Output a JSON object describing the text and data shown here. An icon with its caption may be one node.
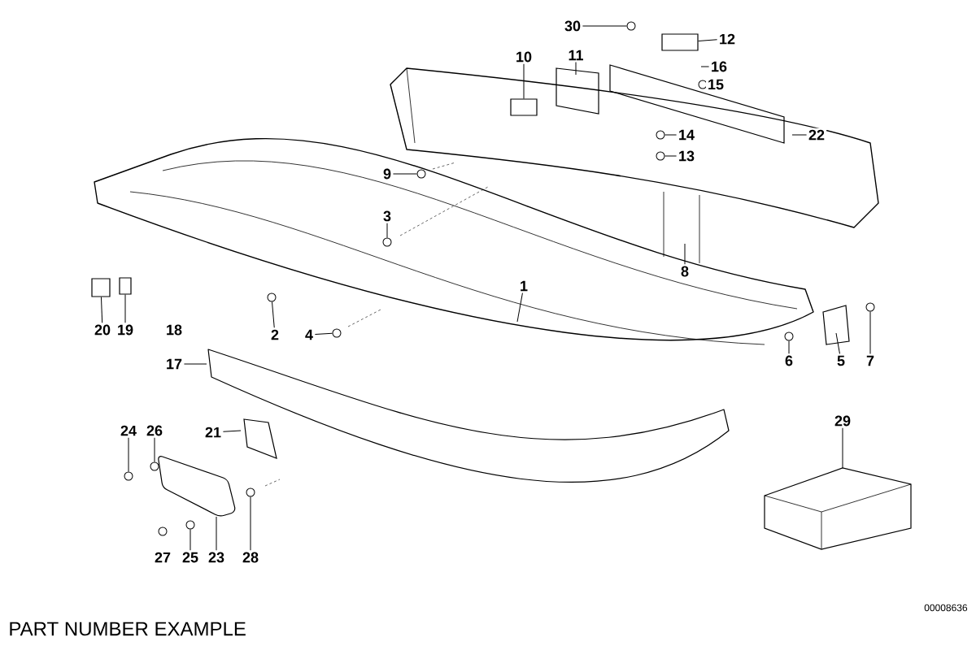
{
  "diagram": {
    "nodes": [
      {
        "text": [
          "1"
        ]
      },
      {
        "text": [
          "2"
        ]
      },
      {
        "text": [
          "3"
        ]
      },
      {
        "text": [
          "4"
        ]
      },
      {
        "text": [
          "5"
        ]
      },
      {
        "text": [
          "6"
        ]
      },
      {
        "text": [
          "7"
        ]
      },
      {
        "text": [
          "8"
        ]
      },
      {
        "text": [
          "9"
        ]
      },
      {
        "text": [
          "10"
        ]
      },
      {
        "text": [
          "11"
        ]
      },
      {
        "text": [
          "12"
        ]
      },
      {
        "text": [
          "13"
        ]
      },
      {
        "text": [
          "14"
        ]
      },
      {
        "text": [
          "15"
        ]
      },
      {
        "text": [
          "16"
        ]
      },
      {
        "text": [
          "17"
        ]
      },
      {
        "text": [
          "18"
        ]
      },
      {
        "text": [
          "19"
        ]
      },
      {
        "text": [
          "20"
        ]
      },
      {
        "text": [
          "21"
        ]
      },
      {
        "text": [
          "22"
        ]
      },
      {
        "text": [
          "23"
        ]
      },
      {
        "text": [
          "24"
        ]
      },
      {
        "text": [
          "25"
        ]
      },
      {
        "text": [
          "26"
        ]
      },
      {
        "text": [
          "27"
        ]
      },
      {
        "text": [
          "28"
        ]
      },
      {
        "text": [
          "29"
        ]
      },
      {
        "text": [
          "30"
        ]
      },
      {
        "text": [],
        "shape": "circle"
      },
      {
        "text": [],
        "shape": "circle"
      },
      {
        "text": [],
        "shape": "circle"
      },
      {
        "text": [],
        "shape": "circle"
      },
      {
        "text": [],
        "shape": "circle"
      },
      {
        "text": [],
        "shape": "circle"
      },
      {
        "text": [],
        "shape": "box"
      },
      {
        "text": [],
        "shape": "box"
      },
      {
        "text": [],
        "shape": "circle"
      },
      {
        "text": [],
        "shape": "circle"
      },
      {
        "text": [],
        "shape": "box"
      },
      {
        "text": [],
        "shape": "box"
      },
      {
        "text": [],
        "shape": "circle"
      },
      {
        "text": [],
        "shape": "circle"
      },
      {
        "text": [],
        "shape": "circle"
      },
      {
        "text": [],
        "shape": "circle"
      },
      {
        "text": [],
        "shape": "circle"
      }
    ],
    "edges": [
      {
        "from": 0,
        "to": null,
        "arrow": "none"
      },
      {
        "from": 1,
        "to": 30,
        "arrow": "none"
      },
      {
        "from": 2,
        "to": 31,
        "arrow": "none"
      },
      {
        "from": 3,
        "to": 32,
        "arrow": "none"
      },
      {
        "from": 4,
        "to": null,
        "arrow": "none"
      },
      {
        "from": 5,
        "to": 33,
        "arrow": "none"
      },
      {
        "from": 6,
        "to": 34,
        "arrow": "none"
      },
      {
        "from": 7,
        "to": null,
        "arrow": "none"
      },
      {
        "from": 8,
        "to": 35,
        "arrow": "none"
      },
      {
        "from": 9,
        "to": 36,
        "arrow": "none"
      },
      {
        "from": 10,
        "to": null,
        "arrow": "none"
      },
      {
        "from": 11,
        "to": 37,
        "arrow": "none"
      },
      {
        "from": 12,
        "to": 38,
        "arrow": "none"
      },
      {
        "from": 13,
        "to": 39,
        "arrow": "none"
      },
      {
        "from": 15,
        "to": null,
        "arrow": "none"
      },
      {
        "from": 16,
        "to": null,
        "arrow": "none"
      },
      {
        "from": 18,
        "to": 40,
        "arrow": "none"
      },
      {
        "from": 19,
        "to": 41,
        "arrow": "none"
      },
      {
        "from": 20,
        "to": null,
        "arrow": "none"
      },
      {
        "from": 21,
        "to": null,
        "arrow": "none"
      },
      {
        "from": 22,
        "to": null,
        "arrow": "none"
      },
      {
        "from": 23,
        "to": 42,
        "arrow": "none"
      },
      {
        "from": 24,
        "to": 43,
        "arrow": "none"
      },
      {
        "from": 25,
        "to": 44,
        "arrow": "none"
      },
      {
        "from": 27,
        "to": 45,
        "arrow": "none"
      },
      {
        "from": 28,
        "to": null,
        "arrow": "none"
      },
      {
        "from": 29,
        "to": 46,
        "arrow": "none"
      }
    ],
    "labels": [
      "PART NUMBER EXAMPLE",
      "00008636"
    ]
  }
}
